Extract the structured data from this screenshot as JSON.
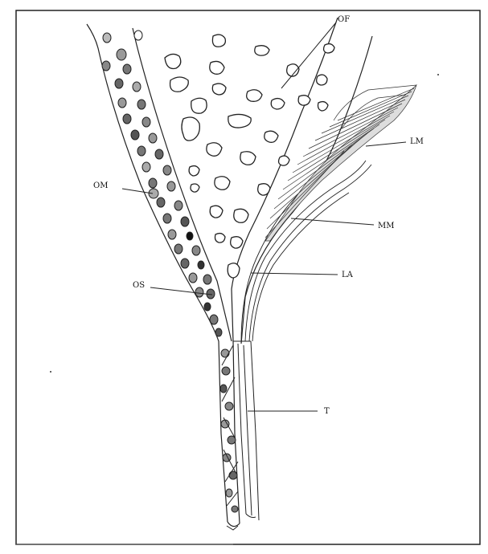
{
  "labels": {
    "of": "OF",
    "lm": "LM",
    "om": "OM",
    "mm": "MM",
    "os": "OS",
    "la": "LA",
    "t": "T"
  }
}
